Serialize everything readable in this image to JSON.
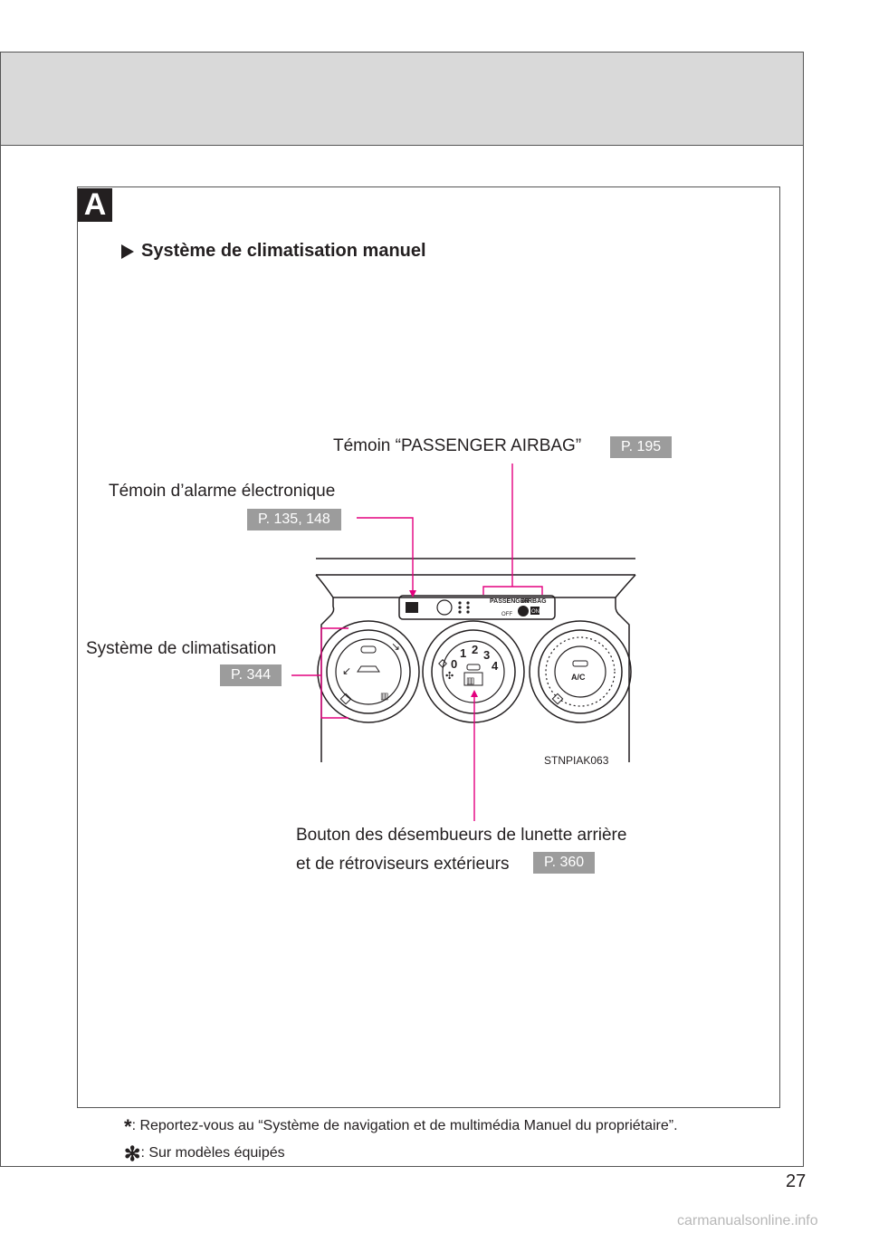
{
  "section": {
    "badge": "A",
    "title": "Système de climatisation manuel"
  },
  "labels": {
    "passenger_airbag": {
      "text": "Témoin “PASSENGER AIRBAG”",
      "ref": "P. 195"
    },
    "electronic_alarm": {
      "text": "Témoin d’alarme électronique",
      "ref": "P. 135, 148"
    },
    "climate_system": {
      "text": "Système de climatisation",
      "ref": "P. 344"
    },
    "defogger": {
      "line1": "Bouton des désembueurs de lunette arrière",
      "line2": "et de rétroviseurs extérieurs",
      "ref": "P. 360"
    }
  },
  "illustration": {
    "code": "STNPIAK063",
    "panel_text": {
      "passenger": "PASSENGER",
      "airbag": "AIRBAG",
      "off": "OFF",
      "on": "ON"
    },
    "fan_speeds": [
      "0",
      "1",
      "2",
      "3",
      "4"
    ],
    "ac_label": "A/C"
  },
  "footnotes": [
    {
      "mark": "*",
      "text": ": Reportez-vous au “Système de navigation et de multimédia Manuel du propriétaire”."
    },
    {
      "mark": "✻",
      "text": ": Sur modèles équipés"
    }
  ],
  "page_number": "27",
  "watermark": "carmanualsonline.info",
  "colors": {
    "callout_line": "#e4007f",
    "ref_badge": "#9c9c9c"
  }
}
